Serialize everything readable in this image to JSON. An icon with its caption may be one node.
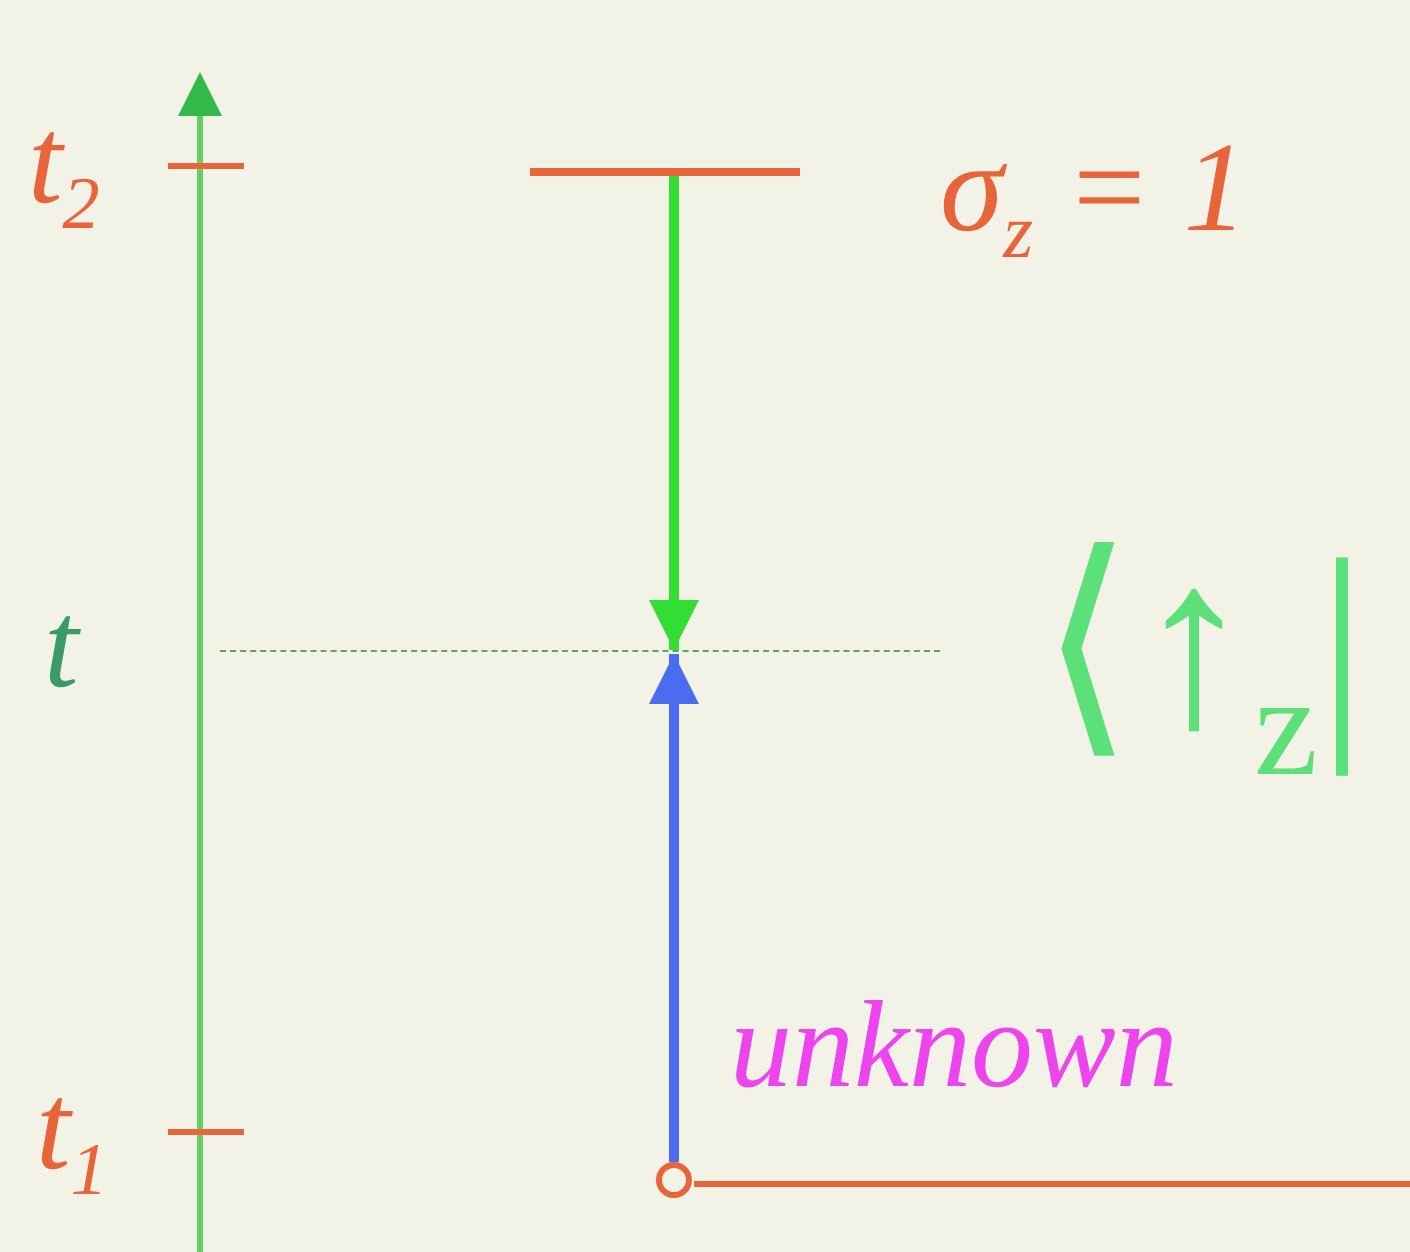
{
  "diagram": {
    "nodes": [
      {
        "text": [],
        "shape": "bar",
        "beside": [
          "σ$_{z}$ = 1"
        ]
      },
      {
        "text": [],
        "shape": "line"
      },
      {
        "text": [],
        "shape": "circle"
      }
    ],
    "edges": [
      {
        "from": 0,
        "to": 1,
        "arrow": "to",
        "color": "#33dd33"
      },
      {
        "from": 2,
        "to": 1,
        "arrow": "to",
        "color": "#4a6cf0"
      }
    ],
    "labels": [
      "t$_{2}$",
      "t",
      "⟨↑$_{z}$|",
      "unknown",
      "t$_{1}$"
    ]
  }
}
